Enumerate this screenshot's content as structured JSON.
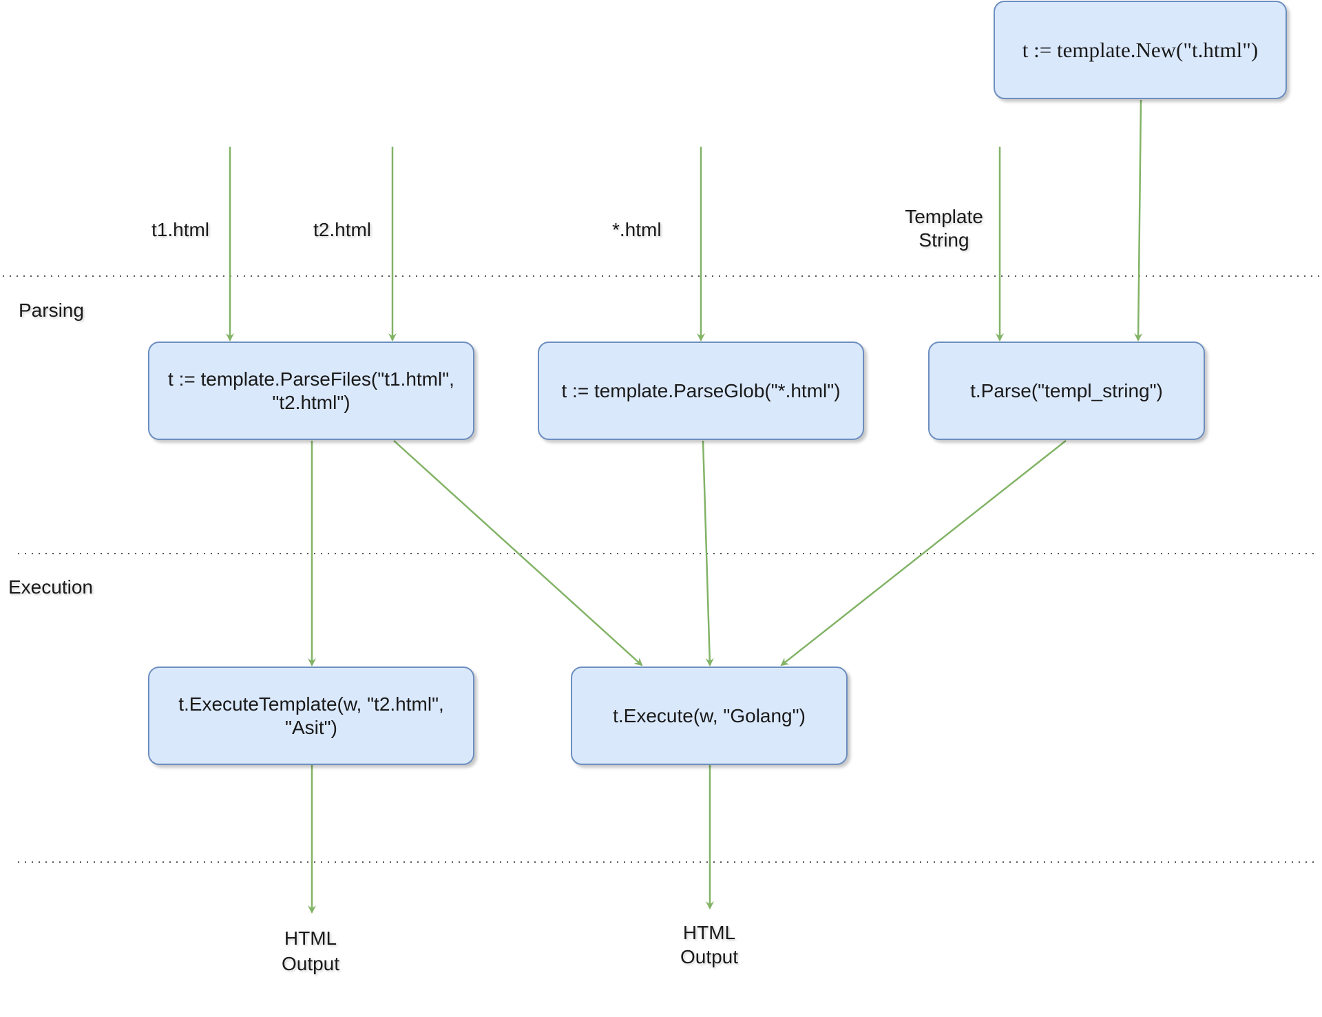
{
  "lanes": {
    "parsing": "Parsing",
    "execution": "Execution"
  },
  "inputs": {
    "t1": "t1.html",
    "t2": "t2.html",
    "glob": "*.html",
    "template_string": "Template\nString"
  },
  "nodes": {
    "new": "t := template.New(\"t.html\")",
    "parse_files": "t := template.ParseFiles(\"t1.html\",\n\"t2.html\")",
    "parse_glob": "t := template.ParseGlob(\"*.html\")",
    "parse": "t.Parse(\"templ_string\")",
    "execute_template": "t.ExecuteTemplate(w, \"t2.html\",\n\"Asit\")",
    "execute": "t.Execute(w, \"Golang\")"
  },
  "outputs": {
    "left": "HTML\nOutput",
    "right": "HTML\nOutput"
  },
  "colors": {
    "box_fill": "#dae8fc",
    "box_border": "#6c8ebf",
    "arrow": "#82b366",
    "divider": "#555555"
  }
}
